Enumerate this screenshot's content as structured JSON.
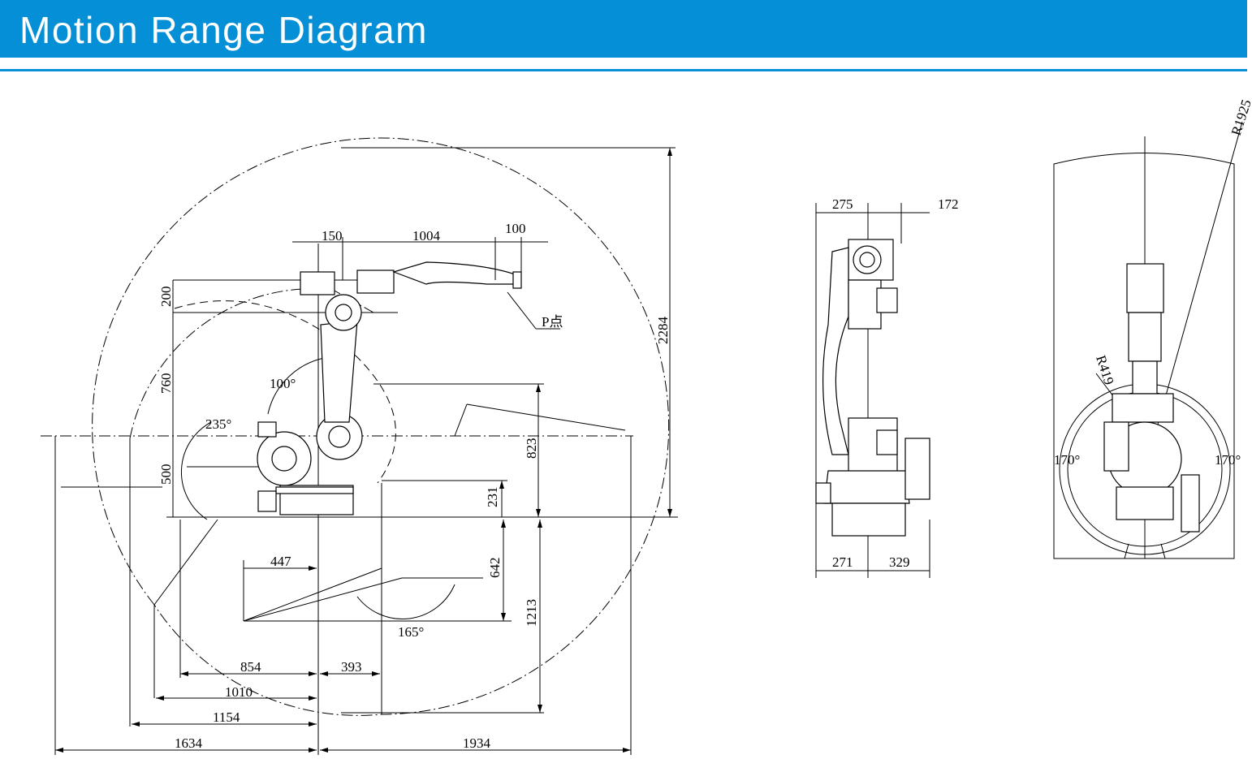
{
  "header": {
    "title": "Motion Range Diagram"
  },
  "side_view": {
    "dims": {
      "d150": "150",
      "d1004": "1004",
      "d100": "100",
      "p_point": "P点",
      "d200": "200",
      "d760": "760",
      "d500": "500",
      "a100": "100°",
      "a235": "235°",
      "d823": "823",
      "d231": "231",
      "d2284": "2284",
      "d642": "642",
      "d1213": "1213",
      "d447": "447",
      "a165": "165°",
      "d854": "854",
      "d393": "393",
      "d1010": "1010",
      "d1154": "1154",
      "d1634": "1634",
      "d1934": "1934"
    }
  },
  "front_view": {
    "dims": {
      "d275": "275",
      "d172": "172",
      "d271": "271",
      "d329": "329"
    }
  },
  "top_view": {
    "dims": {
      "r1925": "R1925",
      "r419": "R419",
      "a170_left": "170°",
      "a170_right": "170°"
    }
  }
}
